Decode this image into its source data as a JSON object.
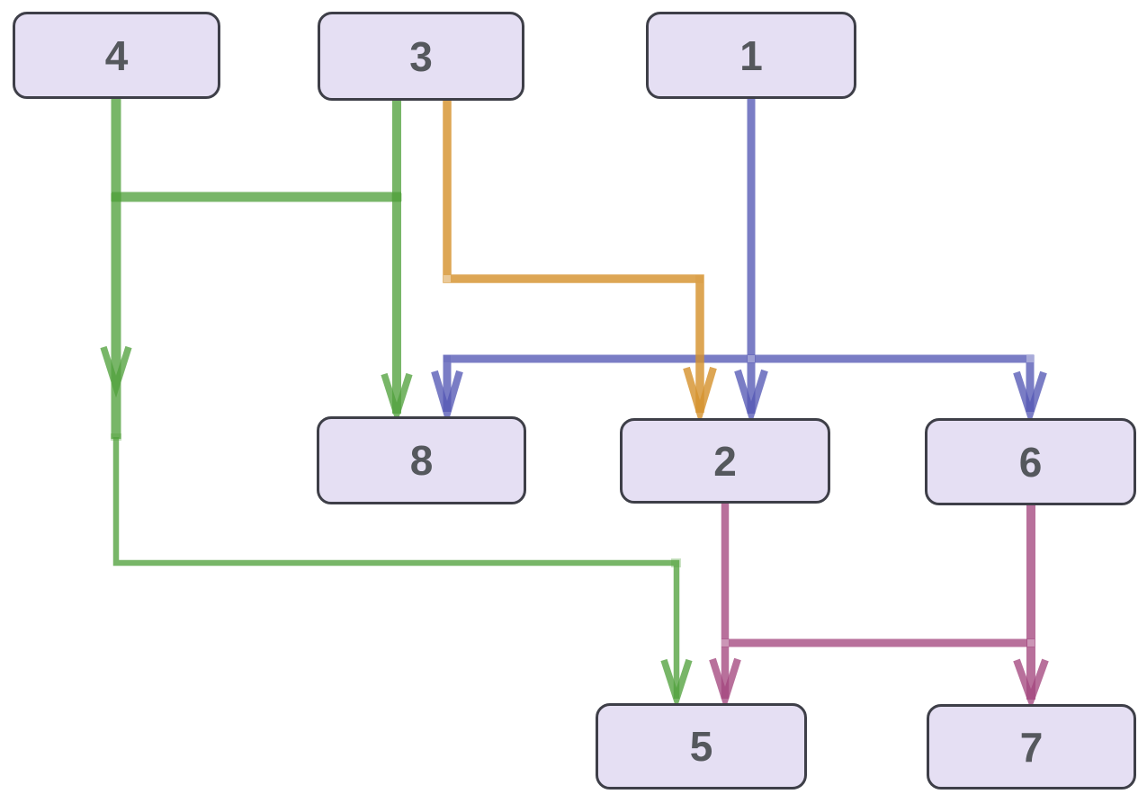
{
  "diagram": {
    "nodes": {
      "n1": {
        "label": "1"
      },
      "n2": {
        "label": "2"
      },
      "n3": {
        "label": "3"
      },
      "n4": {
        "label": "4"
      },
      "n5": {
        "label": "5"
      },
      "n6": {
        "label": "6"
      },
      "n7": {
        "label": "7"
      },
      "n8": {
        "label": "8"
      }
    },
    "edges": [
      {
        "color_name": "green",
        "color": "#78b668",
        "sources": [
          "4",
          "3"
        ],
        "targets": [
          "8",
          "5"
        ]
      },
      {
        "color_name": "orange",
        "color": "#dda04d",
        "sources": [
          "3"
        ],
        "targets": [
          "2"
        ]
      },
      {
        "color_name": "blue",
        "color": "#7b7fc4",
        "sources": [
          "1"
        ],
        "targets": [
          "8",
          "2",
          "6"
        ]
      },
      {
        "color_name": "pink",
        "color": "#b9779e",
        "sources": [
          "2",
          "6"
        ],
        "targets": [
          "5",
          "7"
        ]
      }
    ],
    "style": {
      "node_fill": "#e5dff3",
      "node_border": "#3e3f48",
      "node_text": "#55585d",
      "background": "#ffffff"
    }
  }
}
